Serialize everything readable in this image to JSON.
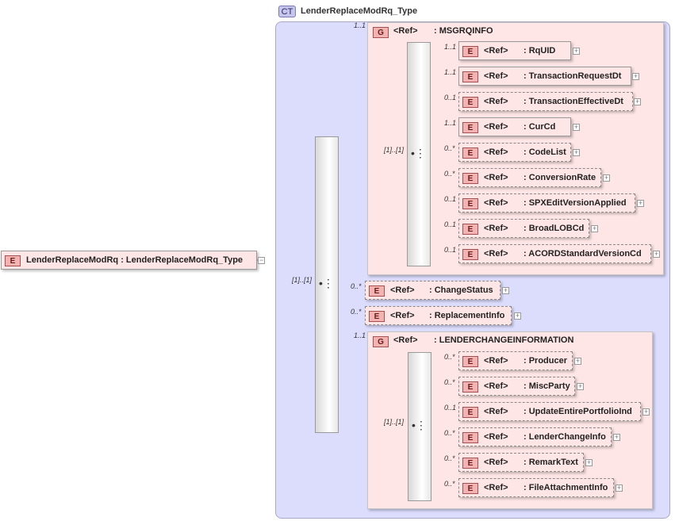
{
  "complex_type": {
    "badge": "CT",
    "name": "LenderReplaceModRq_Type"
  },
  "root": {
    "badge": "E",
    "label": "LenderReplaceModRq",
    "type": ": LenderReplaceModRq_Type",
    "collapse": "−"
  },
  "main_sequence": {
    "cardinality": "[1]..[1]"
  },
  "ref_label": "<Ref>",
  "msgrqinfo": {
    "badge": "G",
    "ref": "<Ref>",
    "name": ": MSGRQINFO",
    "cardinality": "1..1",
    "sequence_cardinality": "[1]..[1]",
    "items": [
      {
        "cardinality": "1..1",
        "name": ": RqUID"
      },
      {
        "cardinality": "1..1",
        "name": ": TransactionRequestDt"
      },
      {
        "cardinality": "0..1",
        "name": ": TransactionEffectiveDt"
      },
      {
        "cardinality": "1..1",
        "name": ": CurCd"
      },
      {
        "cardinality": "0..*",
        "name": ": CodeList"
      },
      {
        "cardinality": "0..*",
        "name": ": ConversionRate"
      },
      {
        "cardinality": "0..1",
        "name": ": SPXEditVersionApplied"
      },
      {
        "cardinality": "0..1",
        "name": ": BroadLOBCd"
      },
      {
        "cardinality": "0..1",
        "name": ": ACORDStandardVersionCd"
      }
    ]
  },
  "change_status": {
    "badge": "E",
    "ref": "<Ref>",
    "name": ": ChangeStatus",
    "cardinality": "0..*"
  },
  "replacement_info": {
    "badge": "E",
    "ref": "<Ref>",
    "name": ": ReplacementInfo",
    "cardinality": "0..*"
  },
  "lenderchangeinformation": {
    "badge": "G",
    "ref": "<Ref>",
    "name": ": LENDERCHANGEINFORMATION",
    "cardinality": "1..1",
    "sequence_cardinality": "[1]..[1]",
    "items": [
      {
        "cardinality": "0..*",
        "name": ": Producer"
      },
      {
        "cardinality": "0..*",
        "name": ": MiscParty"
      },
      {
        "cardinality": "0..1",
        "name": ": UpdateEntirePortfolioInd"
      },
      {
        "cardinality": "0..*",
        "name": ": LenderChangeInfo"
      },
      {
        "cardinality": "0..*",
        "name": ": RemarkText"
      },
      {
        "cardinality": "0..*",
        "name": ": FileAttachmentInfo"
      }
    ]
  },
  "expand_symbol": "+",
  "sequence_icon": "sequence-icon"
}
